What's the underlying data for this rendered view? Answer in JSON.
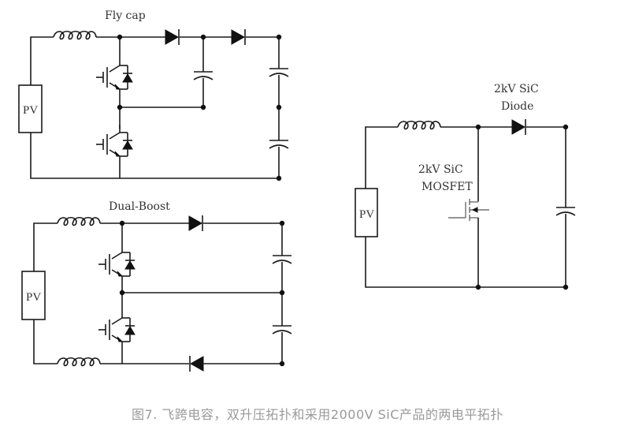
{
  "diagrams": {
    "flycap": {
      "title": "Fly cap",
      "source_label": "PV",
      "components": [
        "inductor",
        "igbt-upper",
        "igbt-lower",
        "diode-1",
        "diode-2",
        "flying-capacitor",
        "output-capacitor-upper",
        "output-capacitor-lower"
      ]
    },
    "dualboost": {
      "title": "Dual-Boost",
      "source_label": "PV",
      "components": [
        "inductor-upper",
        "inductor-lower",
        "igbt-upper",
        "igbt-lower",
        "diode-upper",
        "diode-lower",
        "output-capacitor-upper",
        "output-capacitor-lower"
      ]
    },
    "twolevel": {
      "source_label": "PV",
      "diode_label_line1": "2kV SiC",
      "diode_label_line2": "Diode",
      "mosfet_label_line1": "2kV SiC",
      "mosfet_label_line2": "MOSFET",
      "components": [
        "inductor",
        "sic-mosfet",
        "sic-diode",
        "output-capacitor"
      ]
    }
  },
  "caption": "图7. 飞跨电容，双升压拓扑和采用2000V SiC产品的两电平拓扑",
  "colors": {
    "wire": "#1a1a1a",
    "caption": "#9a9a9a",
    "label": "#333333"
  }
}
